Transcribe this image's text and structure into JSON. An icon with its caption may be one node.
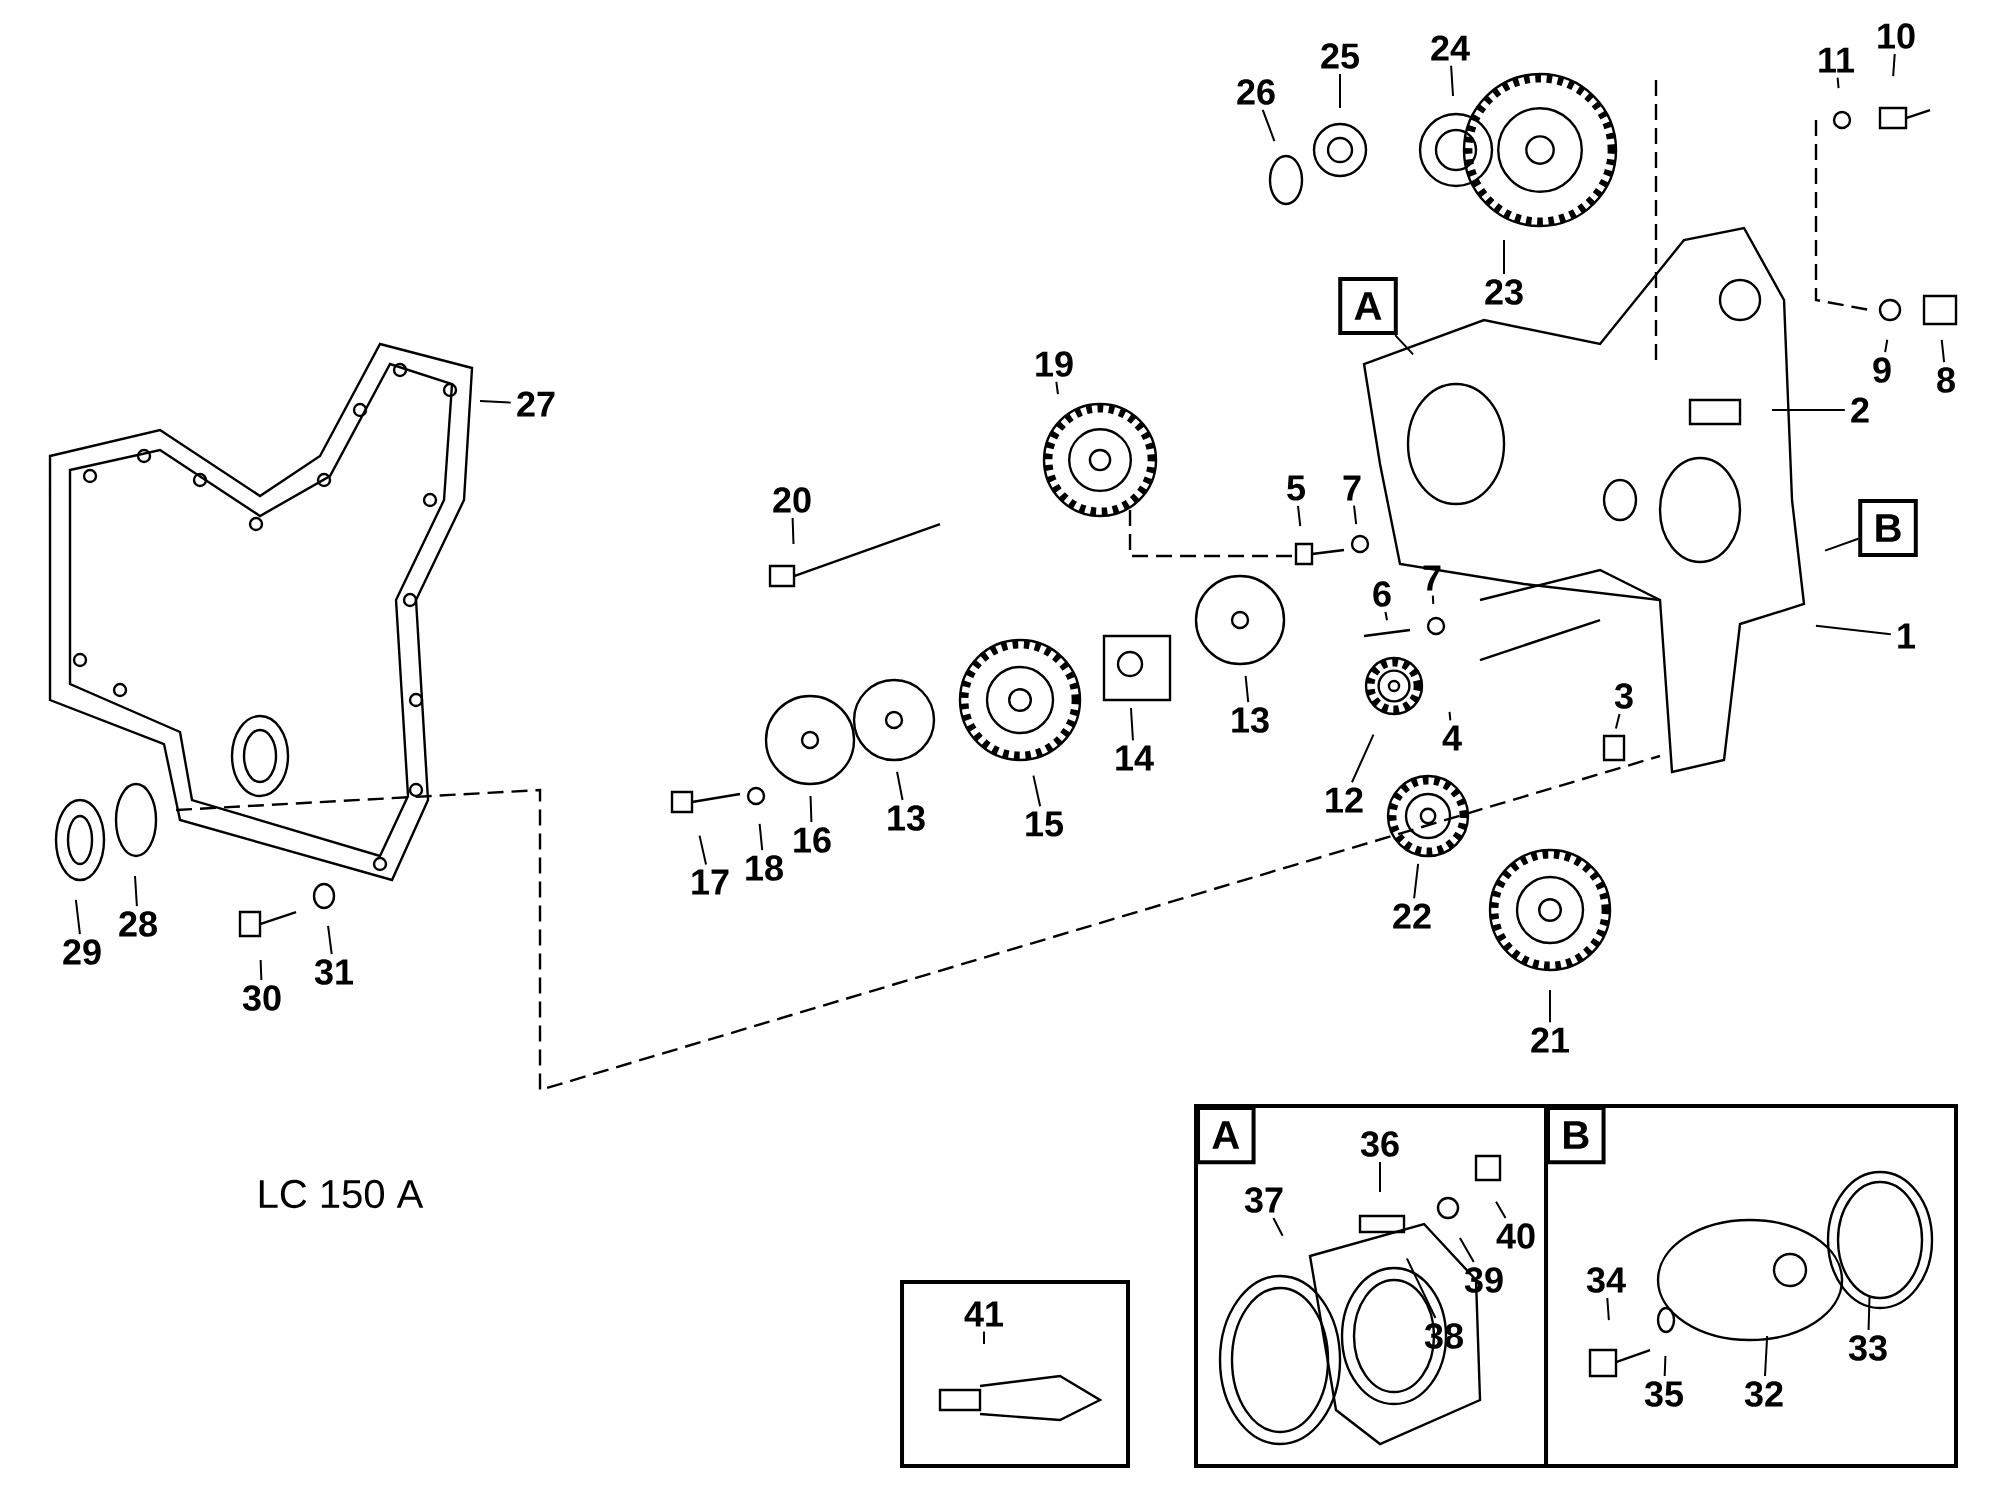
{
  "diagram": {
    "nodes": [
      {
        "text": [
          "10"
        ]
      },
      {
        "text": [
          "11"
        ]
      },
      {
        "text": [
          "26"
        ]
      },
      {
        "text": [
          "25"
        ]
      },
      {
        "text": [
          "24"
        ]
      },
      {
        "text": [
          "23"
        ]
      },
      {
        "text": [
          "A"
        ]
      },
      {
        "text": [
          "19"
        ]
      },
      {
        "text": [
          "27"
        ]
      },
      {
        "text": [
          "8"
        ]
      },
      {
        "text": [
          "9"
        ]
      },
      {
        "text": [
          "2"
        ]
      },
      {
        "text": [
          "20"
        ]
      },
      {
        "text": [
          "5"
        ]
      },
      {
        "text": [
          "7"
        ]
      },
      {
        "text": [
          "B"
        ]
      },
      {
        "text": [
          "6"
        ]
      },
      {
        "text": [
          "7"
        ]
      },
      {
        "text": [
          "1"
        ]
      },
      {
        "text": [
          "3"
        ]
      },
      {
        "text": [
          "4"
        ]
      },
      {
        "text": [
          "12"
        ]
      },
      {
        "text": [
          "13"
        ]
      },
      {
        "text": [
          "14"
        ]
      },
      {
        "text": [
          "13"
        ]
      },
      {
        "text": [
          "15"
        ]
      },
      {
        "text": [
          "16"
        ]
      },
      {
        "text": [
          "17"
        ]
      },
      {
        "text": [
          "18"
        ]
      },
      {
        "text": [
          "22"
        ]
      },
      {
        "text": [
          "28"
        ]
      },
      {
        "text": [
          "29"
        ]
      },
      {
        "text": [
          "30"
        ]
      },
      {
        "text": [
          "31"
        ]
      },
      {
        "text": [
          "21"
        ]
      },
      {
        "text": [
          "A"
        ]
      },
      {
        "text": [
          "36"
        ],
        "in": 35
      },
      {
        "text": [
          "37"
        ],
        "in": 35
      },
      {
        "text": [
          "40"
        ],
        "in": 35
      },
      {
        "text": [
          "39"
        ],
        "in": 35
      },
      {
        "text": [
          "38"
        ],
        "in": 35
      },
      {
        "text": [
          "B"
        ]
      },
      {
        "text": [
          "34"
        ],
        "in": 41
      },
      {
        "text": [
          "33"
        ],
        "in": 41
      },
      {
        "text": [
          "35"
        ],
        "in": 41
      },
      {
        "text": [
          "32"
        ],
        "in": 41
      },
      {
        "text": [],
        "shape": "box"
      },
      {
        "text": [
          "41"
        ],
        "in": 46
      }
    ],
    "edges": [
      {
        "from": 0,
        "to": null,
        "arrow": "none"
      },
      {
        "from": 1,
        "to": null,
        "arrow": "none"
      },
      {
        "from": 2,
        "to": null,
        "arrow": "none"
      },
      {
        "from": 3,
        "to": null,
        "arrow": "none"
      },
      {
        "from": 4,
        "to": null,
        "arrow": "none"
      },
      {
        "from": 5,
        "to": null,
        "arrow": "none"
      },
      {
        "from": 6,
        "to": null,
        "arrow": "none"
      },
      {
        "from": 7,
        "to": null,
        "arrow": "none"
      },
      {
        "from": 8,
        "to": null,
        "arrow": "none"
      },
      {
        "from": 9,
        "to": null,
        "arrow": "none"
      },
      {
        "from": 10,
        "to": null,
        "arrow": "none"
      },
      {
        "from": 11,
        "to": null,
        "arrow": "none"
      },
      {
        "from": 12,
        "to": null,
        "arrow": "none"
      },
      {
        "from": 13,
        "to": null,
        "arrow": "none"
      },
      {
        "from": 14,
        "to": null,
        "arrow": "none"
      },
      {
        "from": 15,
        "to": null,
        "arrow": "none"
      },
      {
        "from": 16,
        "to": null,
        "arrow": "none"
      },
      {
        "from": 17,
        "to": null,
        "arrow": "none"
      },
      {
        "from": 18,
        "to": null,
        "arrow": "none"
      },
      {
        "from": 19,
        "to": null,
        "arrow": "none"
      },
      {
        "from": 20,
        "to": null,
        "arrow": "none"
      },
      {
        "from": 21,
        "to": null,
        "arrow": "none"
      },
      {
        "from": 22,
        "to": null,
        "arrow": "none"
      },
      {
        "from": 23,
        "to": null,
        "arrow": "none"
      },
      {
        "from": 24,
        "to": null,
        "arrow": "none"
      },
      {
        "from": 25,
        "to": null,
        "arrow": "none"
      },
      {
        "from": 26,
        "to": null,
        "arrow": "none"
      },
      {
        "from": 27,
        "to": null,
        "arrow": "none"
      },
      {
        "from": 28,
        "to": null,
        "arrow": "none"
      },
      {
        "from": 29,
        "to": null,
        "arrow": "none"
      },
      {
        "from": 30,
        "to": null,
        "arrow": "none"
      },
      {
        "from": 31,
        "to": null,
        "arrow": "none"
      },
      {
        "from": 32,
        "to": null,
        "arrow": "none"
      },
      {
        "from": 33,
        "to": null,
        "arrow": "none"
      },
      {
        "from": 34,
        "to": null,
        "arrow": "none"
      },
      {
        "from": 36,
        "to": null,
        "arrow": "none"
      },
      {
        "from": 37,
        "to": null,
        "arrow": "none"
      },
      {
        "from": 38,
        "to": null,
        "arrow": "none"
      },
      {
        "from": 39,
        "to": null,
        "arrow": "none"
      },
      {
        "from": 40,
        "to": null,
        "arrow": "none"
      },
      {
        "from": 42,
        "to": null,
        "arrow": "none"
      },
      {
        "from": 43,
        "to": null,
        "arrow": "none"
      },
      {
        "from": 44,
        "to": null,
        "arrow": "none"
      },
      {
        "from": 45,
        "to": null,
        "arrow": "none"
      },
      {
        "from": 47,
        "to": null,
        "arrow": "none"
      }
    ],
    "labels": [
      "LC 150 A"
    ]
  }
}
